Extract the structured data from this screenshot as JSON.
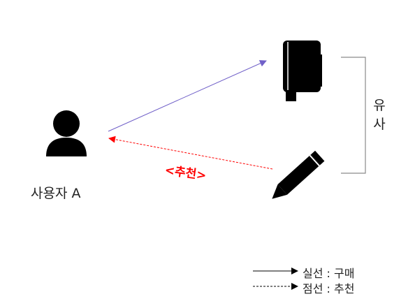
{
  "diagram": {
    "nodes": {
      "user": {
        "label": "사용자 A",
        "icon": "user-icon"
      },
      "notebook": {
        "icon": "notebook-icon"
      },
      "pencil": {
        "icon": "pencil-icon"
      }
    },
    "edges": [
      {
        "from": "user",
        "to": "notebook",
        "style": "solid",
        "color": "#7060c8"
      },
      {
        "from": "pencil",
        "to": "user",
        "style": "dashed",
        "color": "#ff0000",
        "label": "<추천>"
      }
    ],
    "similarity": {
      "label": "유사",
      "between": [
        "notebook",
        "pencil"
      ]
    },
    "legend": [
      {
        "style": "solid",
        "label": "실선 : 구매"
      },
      {
        "style": "dashed",
        "label": "점선 : 추천"
      }
    ]
  }
}
